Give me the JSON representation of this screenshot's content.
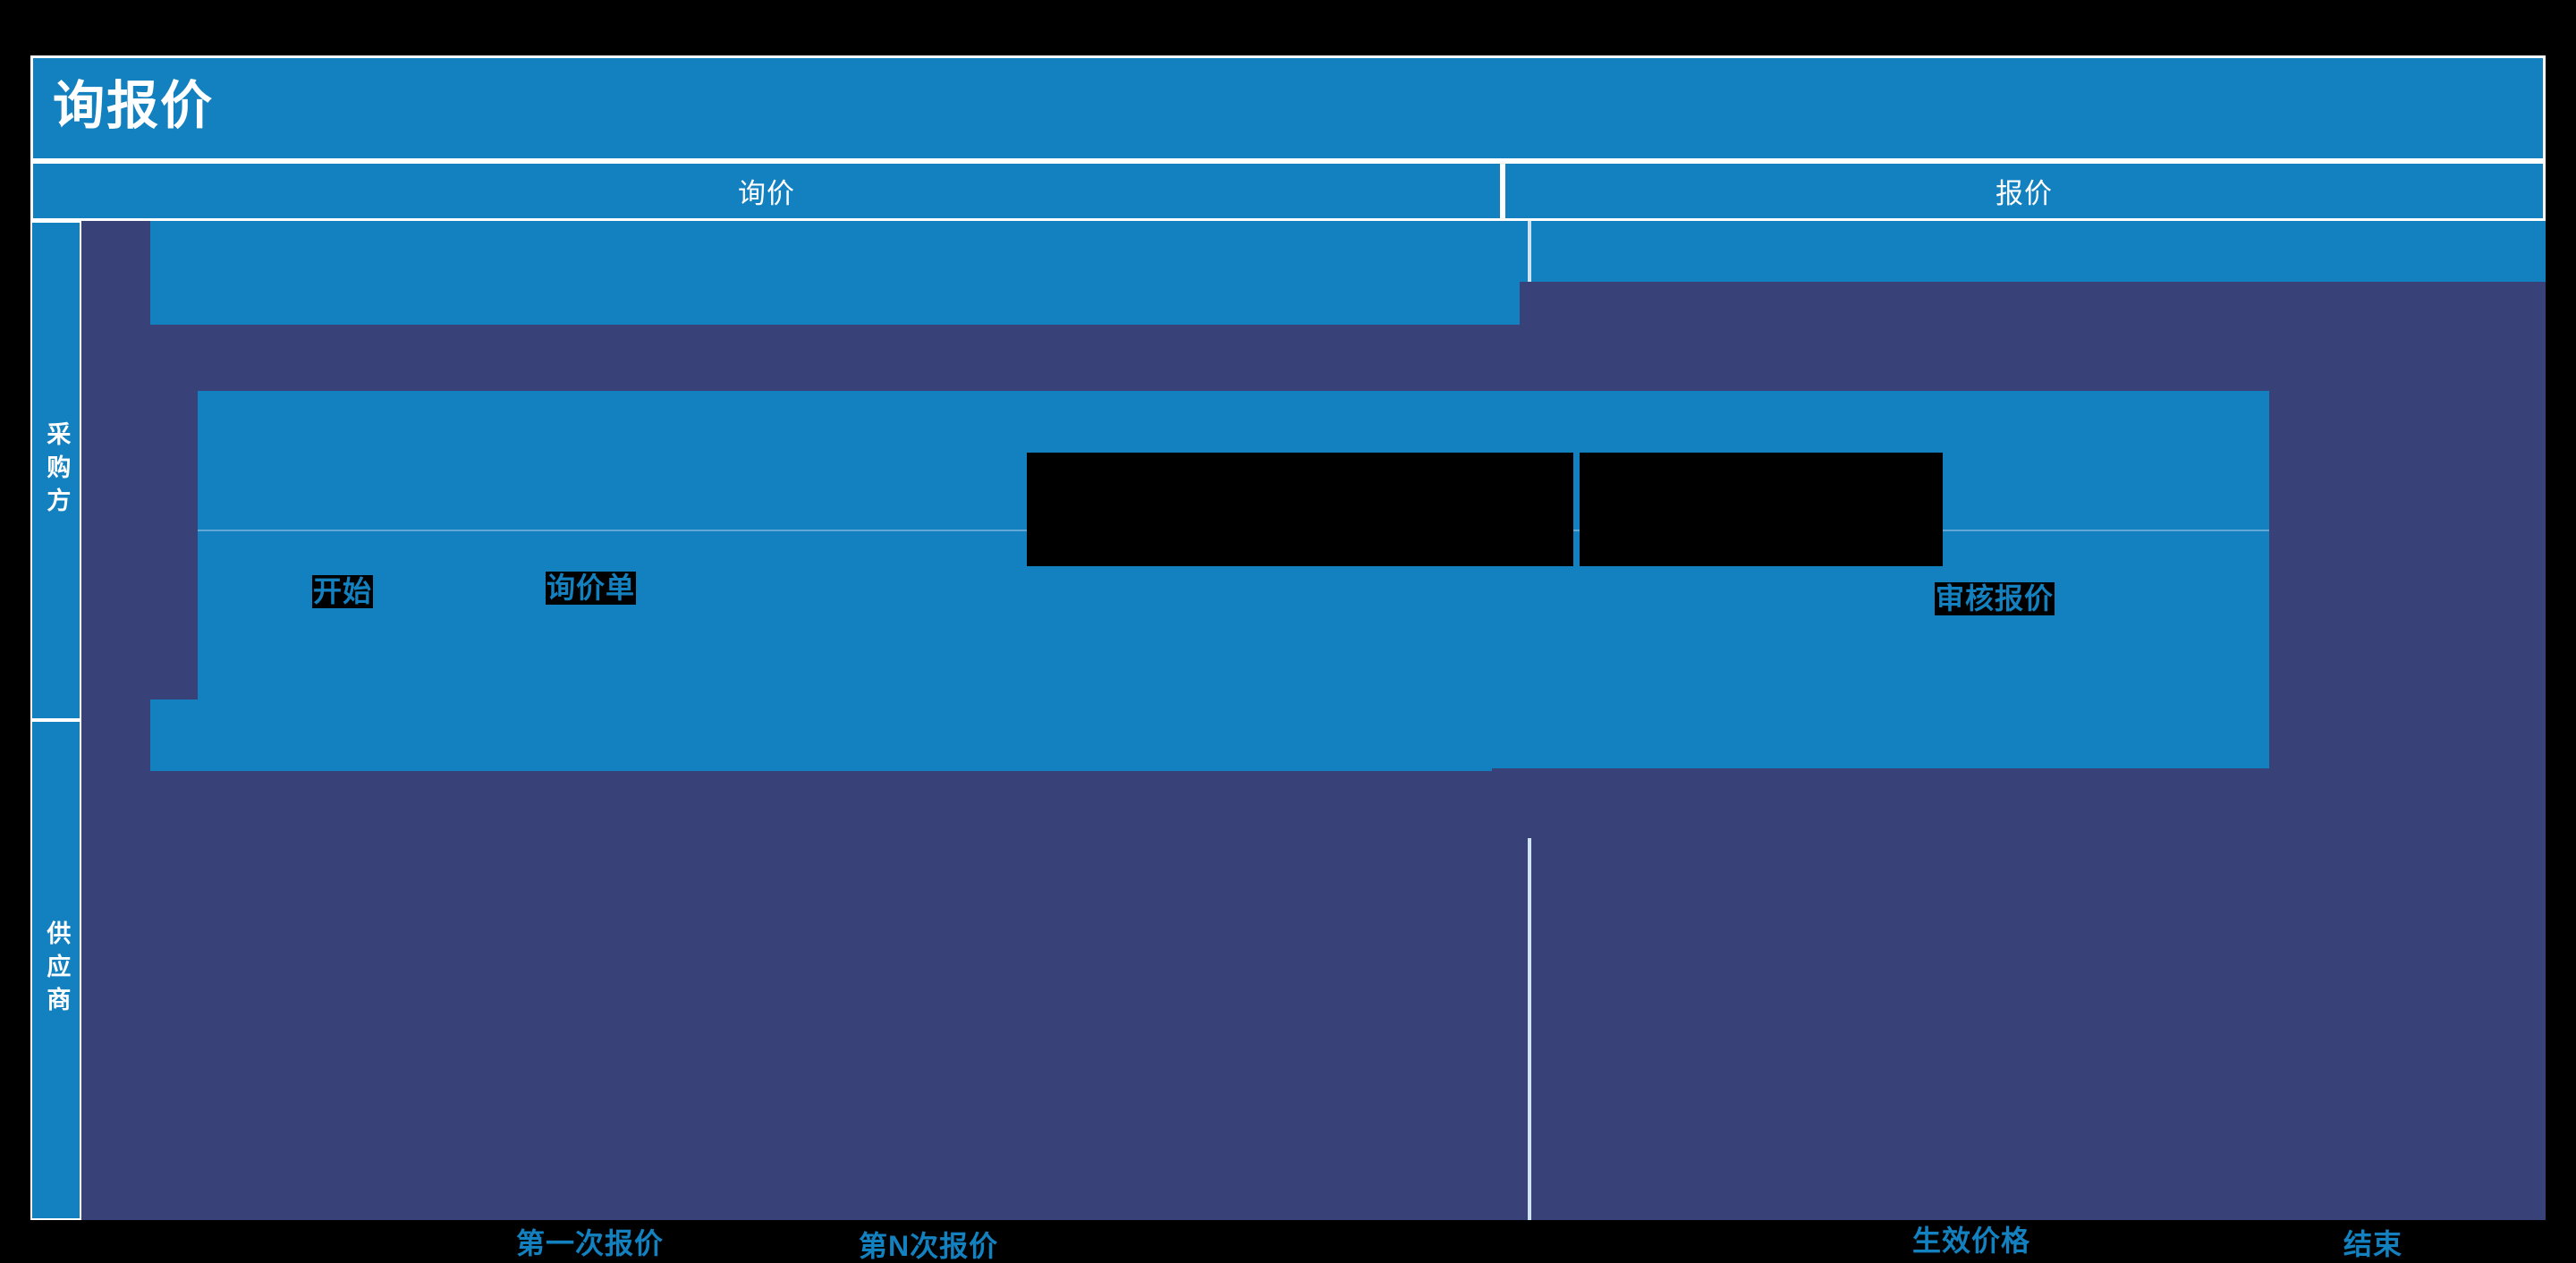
{
  "diagram": {
    "title": "询报价",
    "type": "swimlane-process-diagram",
    "phases": [
      {
        "id": "inquiry",
        "label": "询价"
      },
      {
        "id": "quotation",
        "label": "报价"
      }
    ],
    "lanes": [
      {
        "id": "buyer",
        "label": "采购方"
      },
      {
        "id": "supplier",
        "label": "供应商"
      }
    ],
    "nodes": [
      {
        "id": "start",
        "label": "开始",
        "lane": "buyer",
        "phase": "inquiry"
      },
      {
        "id": "inquiry-form",
        "label": "询价单",
        "lane": "buyer",
        "phase": "inquiry"
      },
      {
        "id": "review-quote",
        "label": "审核报价",
        "lane": "buyer",
        "phase": "quotation"
      },
      {
        "id": "first-quote",
        "label": "第一次报价",
        "lane": "supplier",
        "phase": "inquiry"
      },
      {
        "id": "nth-quote",
        "label": "第N次报价",
        "lane": "supplier",
        "phase": "inquiry"
      },
      {
        "id": "effective-price",
        "label": "生效价格",
        "lane": "supplier",
        "phase": "quotation"
      },
      {
        "id": "end",
        "label": "结束",
        "lane": "supplier",
        "phase": "quotation"
      }
    ],
    "colors": {
      "accent": "#1380bf",
      "lane_background": "#394278",
      "border": "#ffffff",
      "canvas": "#000000",
      "hairline": "#7fb6dc",
      "separator": "#cfe3f2"
    }
  }
}
